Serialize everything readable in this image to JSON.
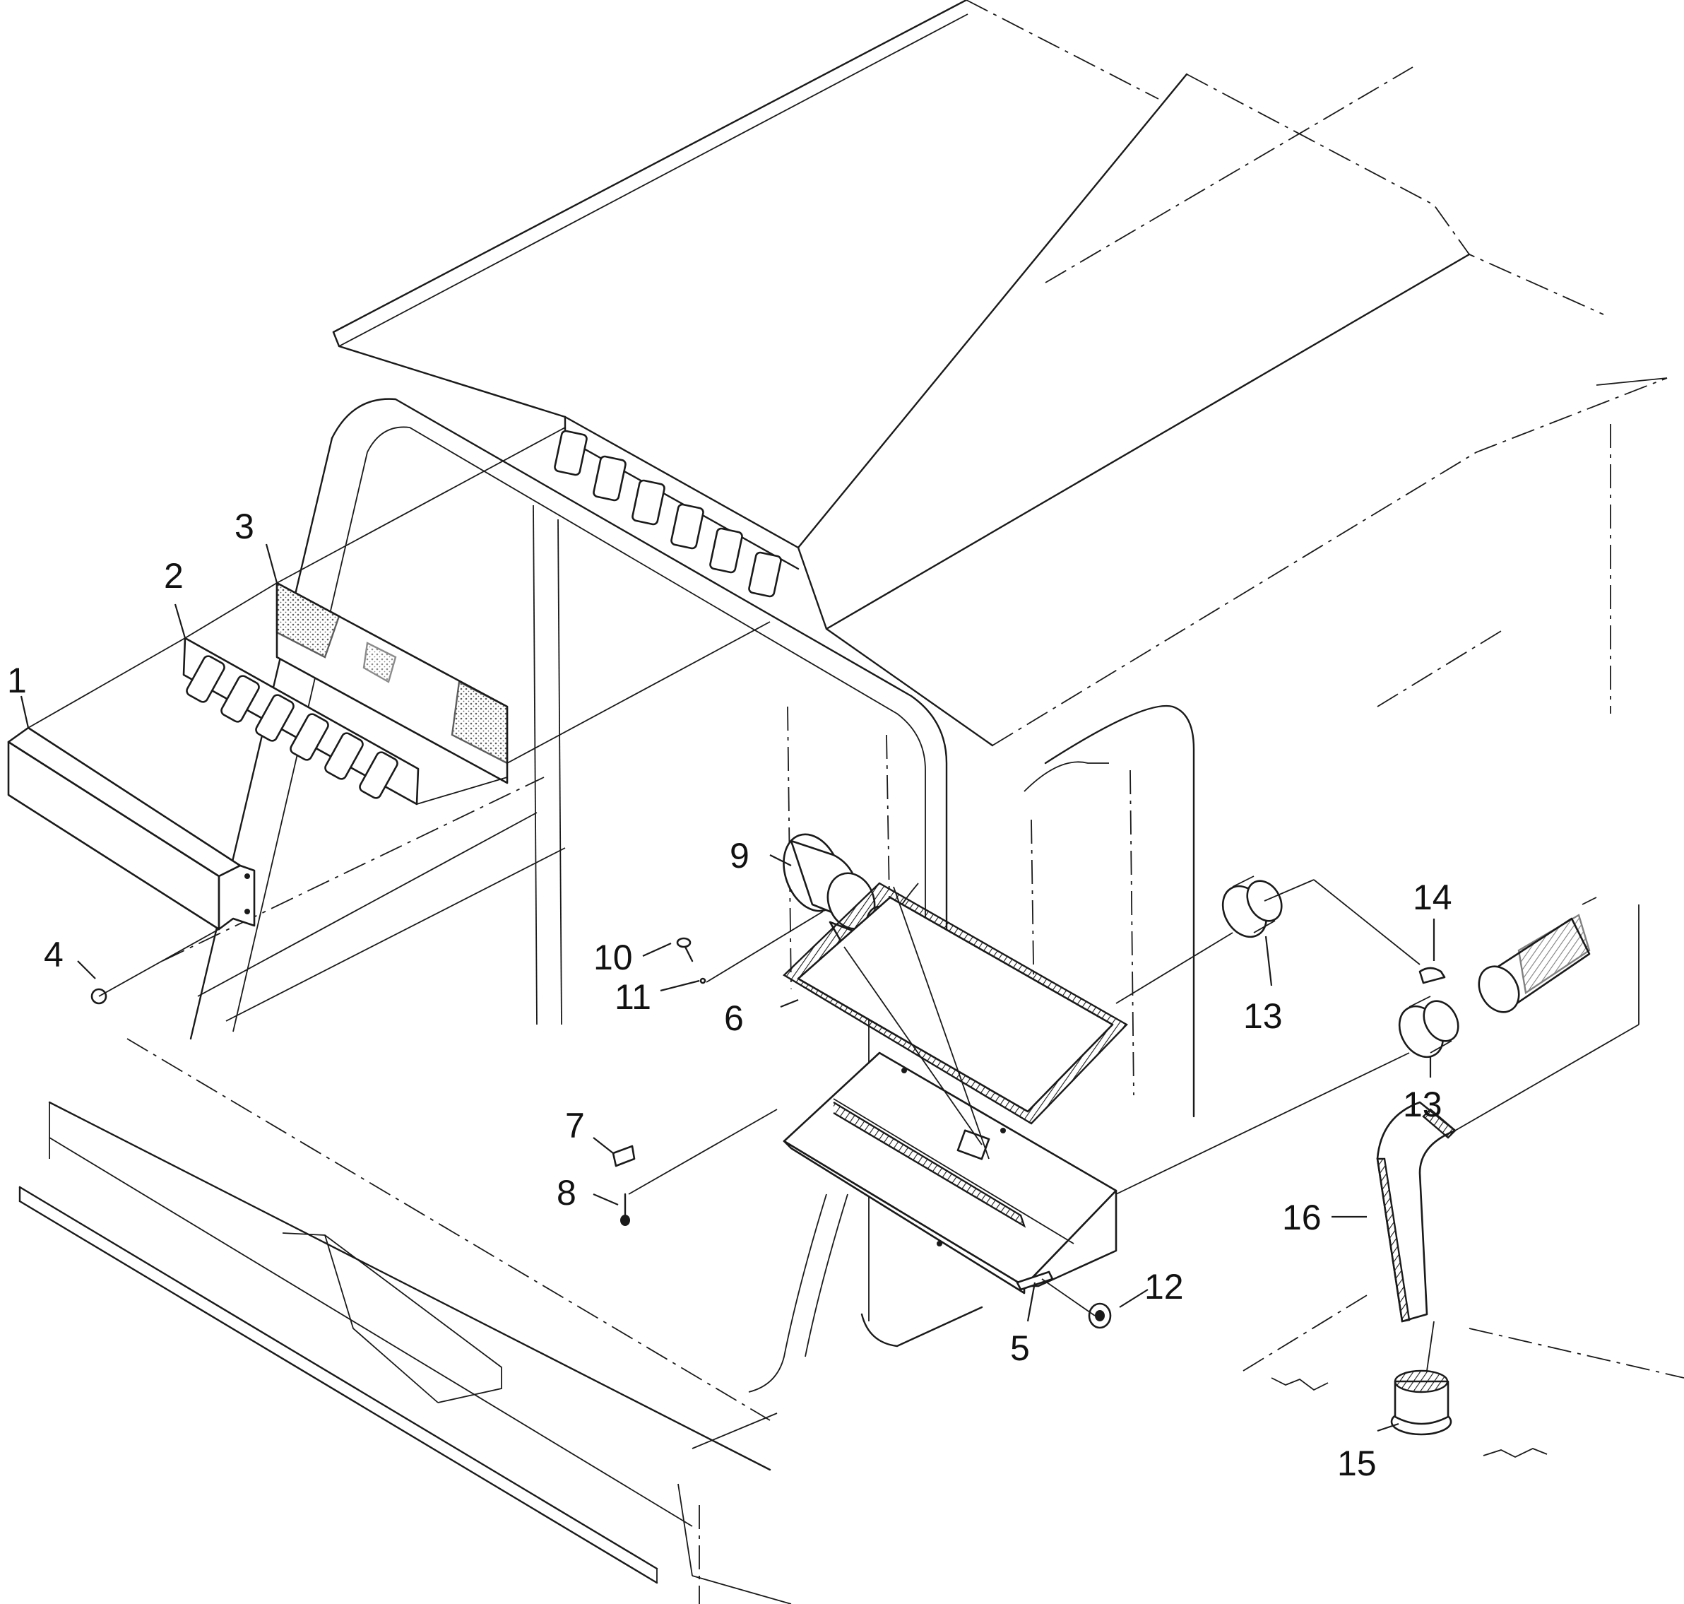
{
  "callouts": [
    {
      "id": "c1",
      "text": "1"
    },
    {
      "id": "c2",
      "text": "2"
    },
    {
      "id": "c3",
      "text": "3"
    },
    {
      "id": "c4",
      "text": "4"
    },
    {
      "id": "c5",
      "text": "5"
    },
    {
      "id": "c6",
      "text": "6"
    },
    {
      "id": "c7",
      "text": "7"
    },
    {
      "id": "c8",
      "text": "8"
    },
    {
      "id": "c9",
      "text": "9"
    },
    {
      "id": "c10",
      "text": "10"
    },
    {
      "id": "c11",
      "text": "11"
    },
    {
      "id": "c12",
      "text": "12"
    },
    {
      "id": "c13a",
      "text": "13"
    },
    {
      "id": "c13b",
      "text": "13"
    },
    {
      "id": "c14",
      "text": "14"
    },
    {
      "id": "c15",
      "text": "15"
    },
    {
      "id": "c16",
      "text": "16"
    }
  ]
}
